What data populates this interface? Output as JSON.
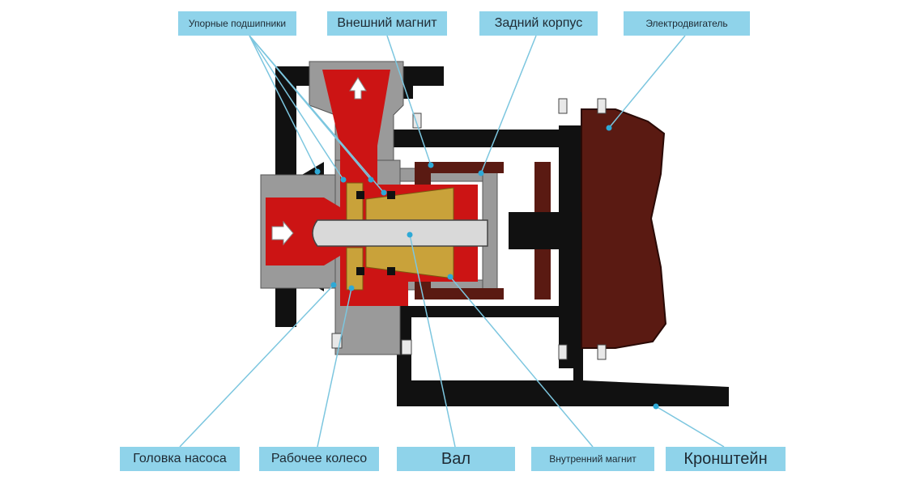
{
  "labels": {
    "thrust_bearings": "Упорные подшипники",
    "outer_magnet": "Внешний магнит",
    "rear_casing": "Задний корпус",
    "motor": "Электродвигатель",
    "pump_head": "Головка насоса",
    "impeller": "Рабочее колесо",
    "shaft": "Вал",
    "inner_magnet": "Внутренний магнит",
    "bracket": "Кронштейн"
  },
  "colors": {
    "label_bg": "#8fd3ea",
    "leader_line": "#7cc6df",
    "fluid_red": "#cc1414",
    "casing_gray": "#9a9a9a",
    "frame_black": "#111111",
    "motor_brown": "#5a1a12",
    "magnet_gold": "#c9a23a",
    "shaft_light": "#d9d9d9"
  }
}
